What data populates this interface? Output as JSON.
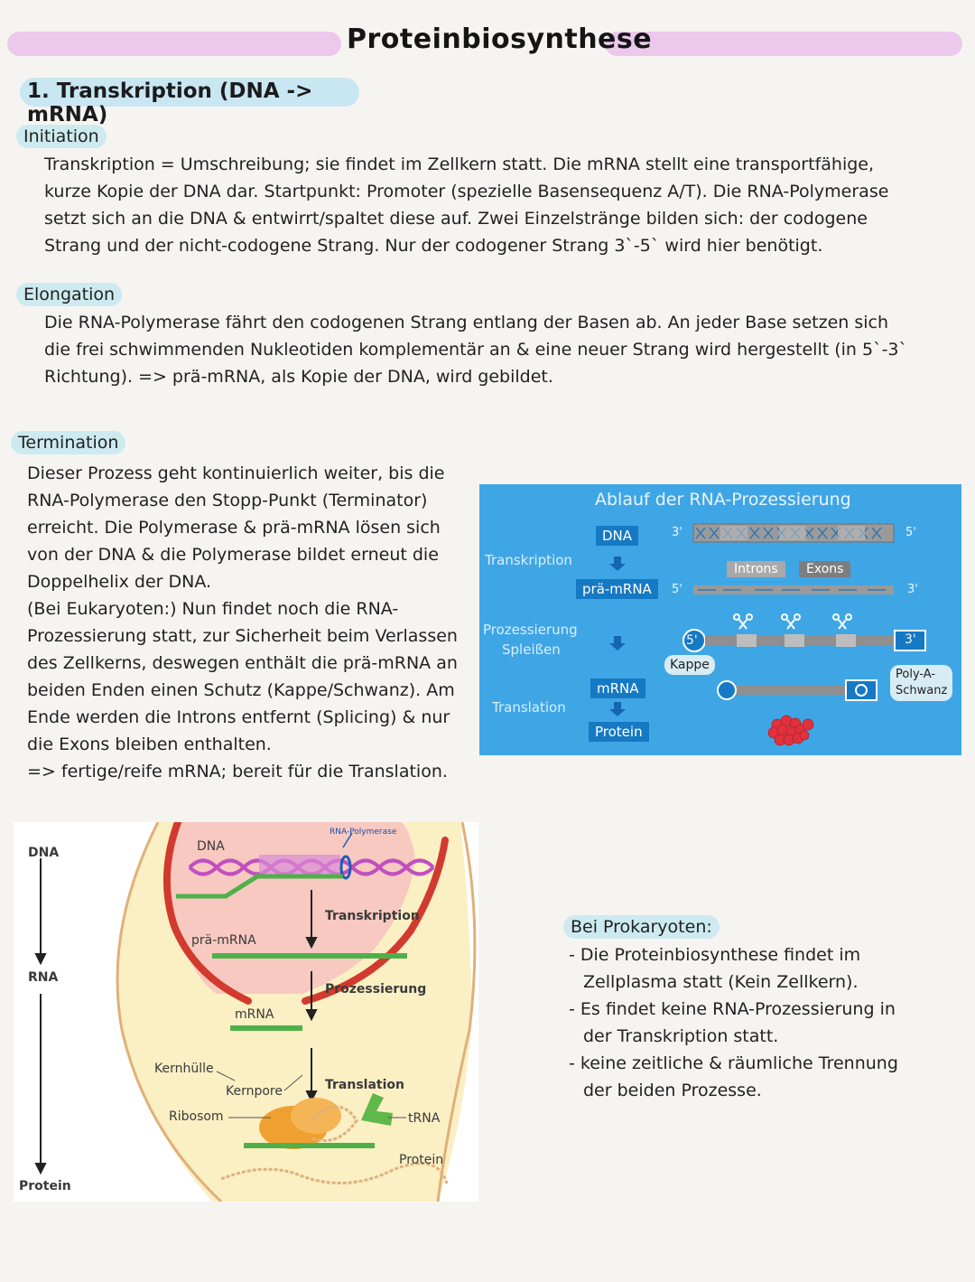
{
  "title": "Proteinbiosynthese",
  "section1": "1. Transkription (DNA -> mRNA)",
  "initiation": {
    "tag": "Initiation",
    "lines": [
      "Transkription = Umschreibung; sie findet im Zellkern statt. Die mRNA stellt eine transportfähige,",
      "kurze Kopie der DNA dar. Startpunkt: Promoter (spezielle Basensequenz A/T). Die RNA-Polymerase",
      "setzt sich an die DNA & entwirrt/spaltet diese auf. Zwei Einzelstränge bilden sich: der codogene",
      "Strang und der nicht-codogene Strang. Nur der codogener Strang 3`-5` wird hier benötigt."
    ]
  },
  "elongation": {
    "tag": "Elongation",
    "lines": [
      "Die RNA-Polymerase fährt den codogenen Strang entlang der Basen ab. An jeder Base setzen sich",
      "die frei schwimmenden Nukleotiden komplementär an & eine neuer Strang wird hergestellt (in 5`-3`",
      "Richtung). => prä-mRNA, als Kopie der DNA, wird gebildet."
    ]
  },
  "termination": {
    "tag": "Termination",
    "lines": [
      "Dieser Prozess geht kontinuierlich weiter, bis die",
      "RNA-Polymerase den Stopp-Punkt (Terminator)",
      "erreicht. Die Polymerase & prä-mRNA lösen sich",
      "von der DNA & die Polymerase bildet erneut die",
      "Doppelhelix der DNA.",
      "(Bei Eukaryoten:) Nun findet noch die RNA-",
      "Prozessierung statt, zur Sicherheit beim Verlassen",
      "des Zellkerns, deswegen enthält die prä-mRNA an",
      "beiden Enden einen Schutz (Kappe/Schwanz). Am",
      "Ende werden die Introns entfernt (Splicing) & nur",
      "die Exons bleiben enthalten.",
      "=> fertige/reife mRNA; bereit für die Translation."
    ]
  },
  "rna_processing_diagram": {
    "title": "Ablauf der RNA-Prozessierung",
    "step_transkription": "Transkription",
    "step_prozessierung": "Prozessierung",
    "step_spleissen": "Spleißen",
    "step_translation": "Translation",
    "chip_dna": "DNA",
    "chip_pra_mrna": "prä-mRNA",
    "chip_mrna": "mRNA",
    "chip_protein": "Protein",
    "introns": "Introns",
    "exons": "Exons",
    "end_3": "3'",
    "end_5": "5'",
    "cap_5": "5'",
    "tail_3": "3'",
    "note_kappe": "Kappe",
    "note_tail_1": "Poly-A-",
    "note_tail_2": "Schwanz",
    "colors": {
      "background": "#3fa6e6",
      "chip": "#1679c4",
      "protein": "#e0323c"
    }
  },
  "cell_diagram": {
    "left_dna": "DNA",
    "left_rna": "RNA",
    "left_protein": "Protein",
    "dna": "DNA",
    "polymerase": "RNA-Polymerase",
    "transkription": "Transkription",
    "pra_mrna": "prä-mRNA",
    "prozessierung": "Prozessierung",
    "mrna": "mRNA",
    "kernhuelle": "Kernhülle",
    "kernpore": "Kernpore",
    "translation": "Translation",
    "ribosom": "Ribosom",
    "trna": "tRNA",
    "protein": "Protein"
  },
  "prokaryoten": {
    "tag": "Bei Prokaryoten:",
    "lines": [
      "- Die Proteinbiosynthese findet im",
      "Zellplasma statt (Kein Zellkern).",
      "- Es findet keine RNA-Prozessierung in",
      "der Transkription statt.",
      "- keine zeitliche & räumliche Trennung",
      "der beiden Prozesse."
    ]
  }
}
